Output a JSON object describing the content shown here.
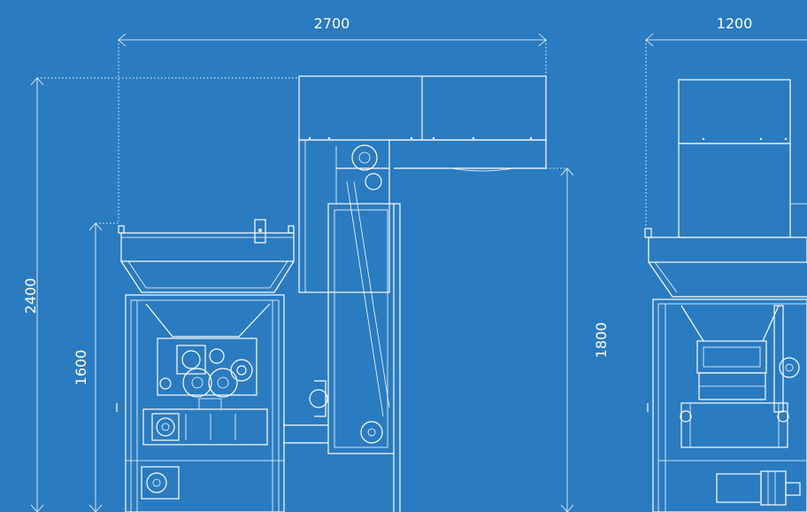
{
  "dimensions": {
    "width_total": "2700",
    "height_total": "2400",
    "height_hopper": "1600",
    "height_discharge": "1800",
    "side_width": "1200"
  },
  "colors": {
    "background": "#2a7bc0",
    "lines": "#ffffff"
  }
}
